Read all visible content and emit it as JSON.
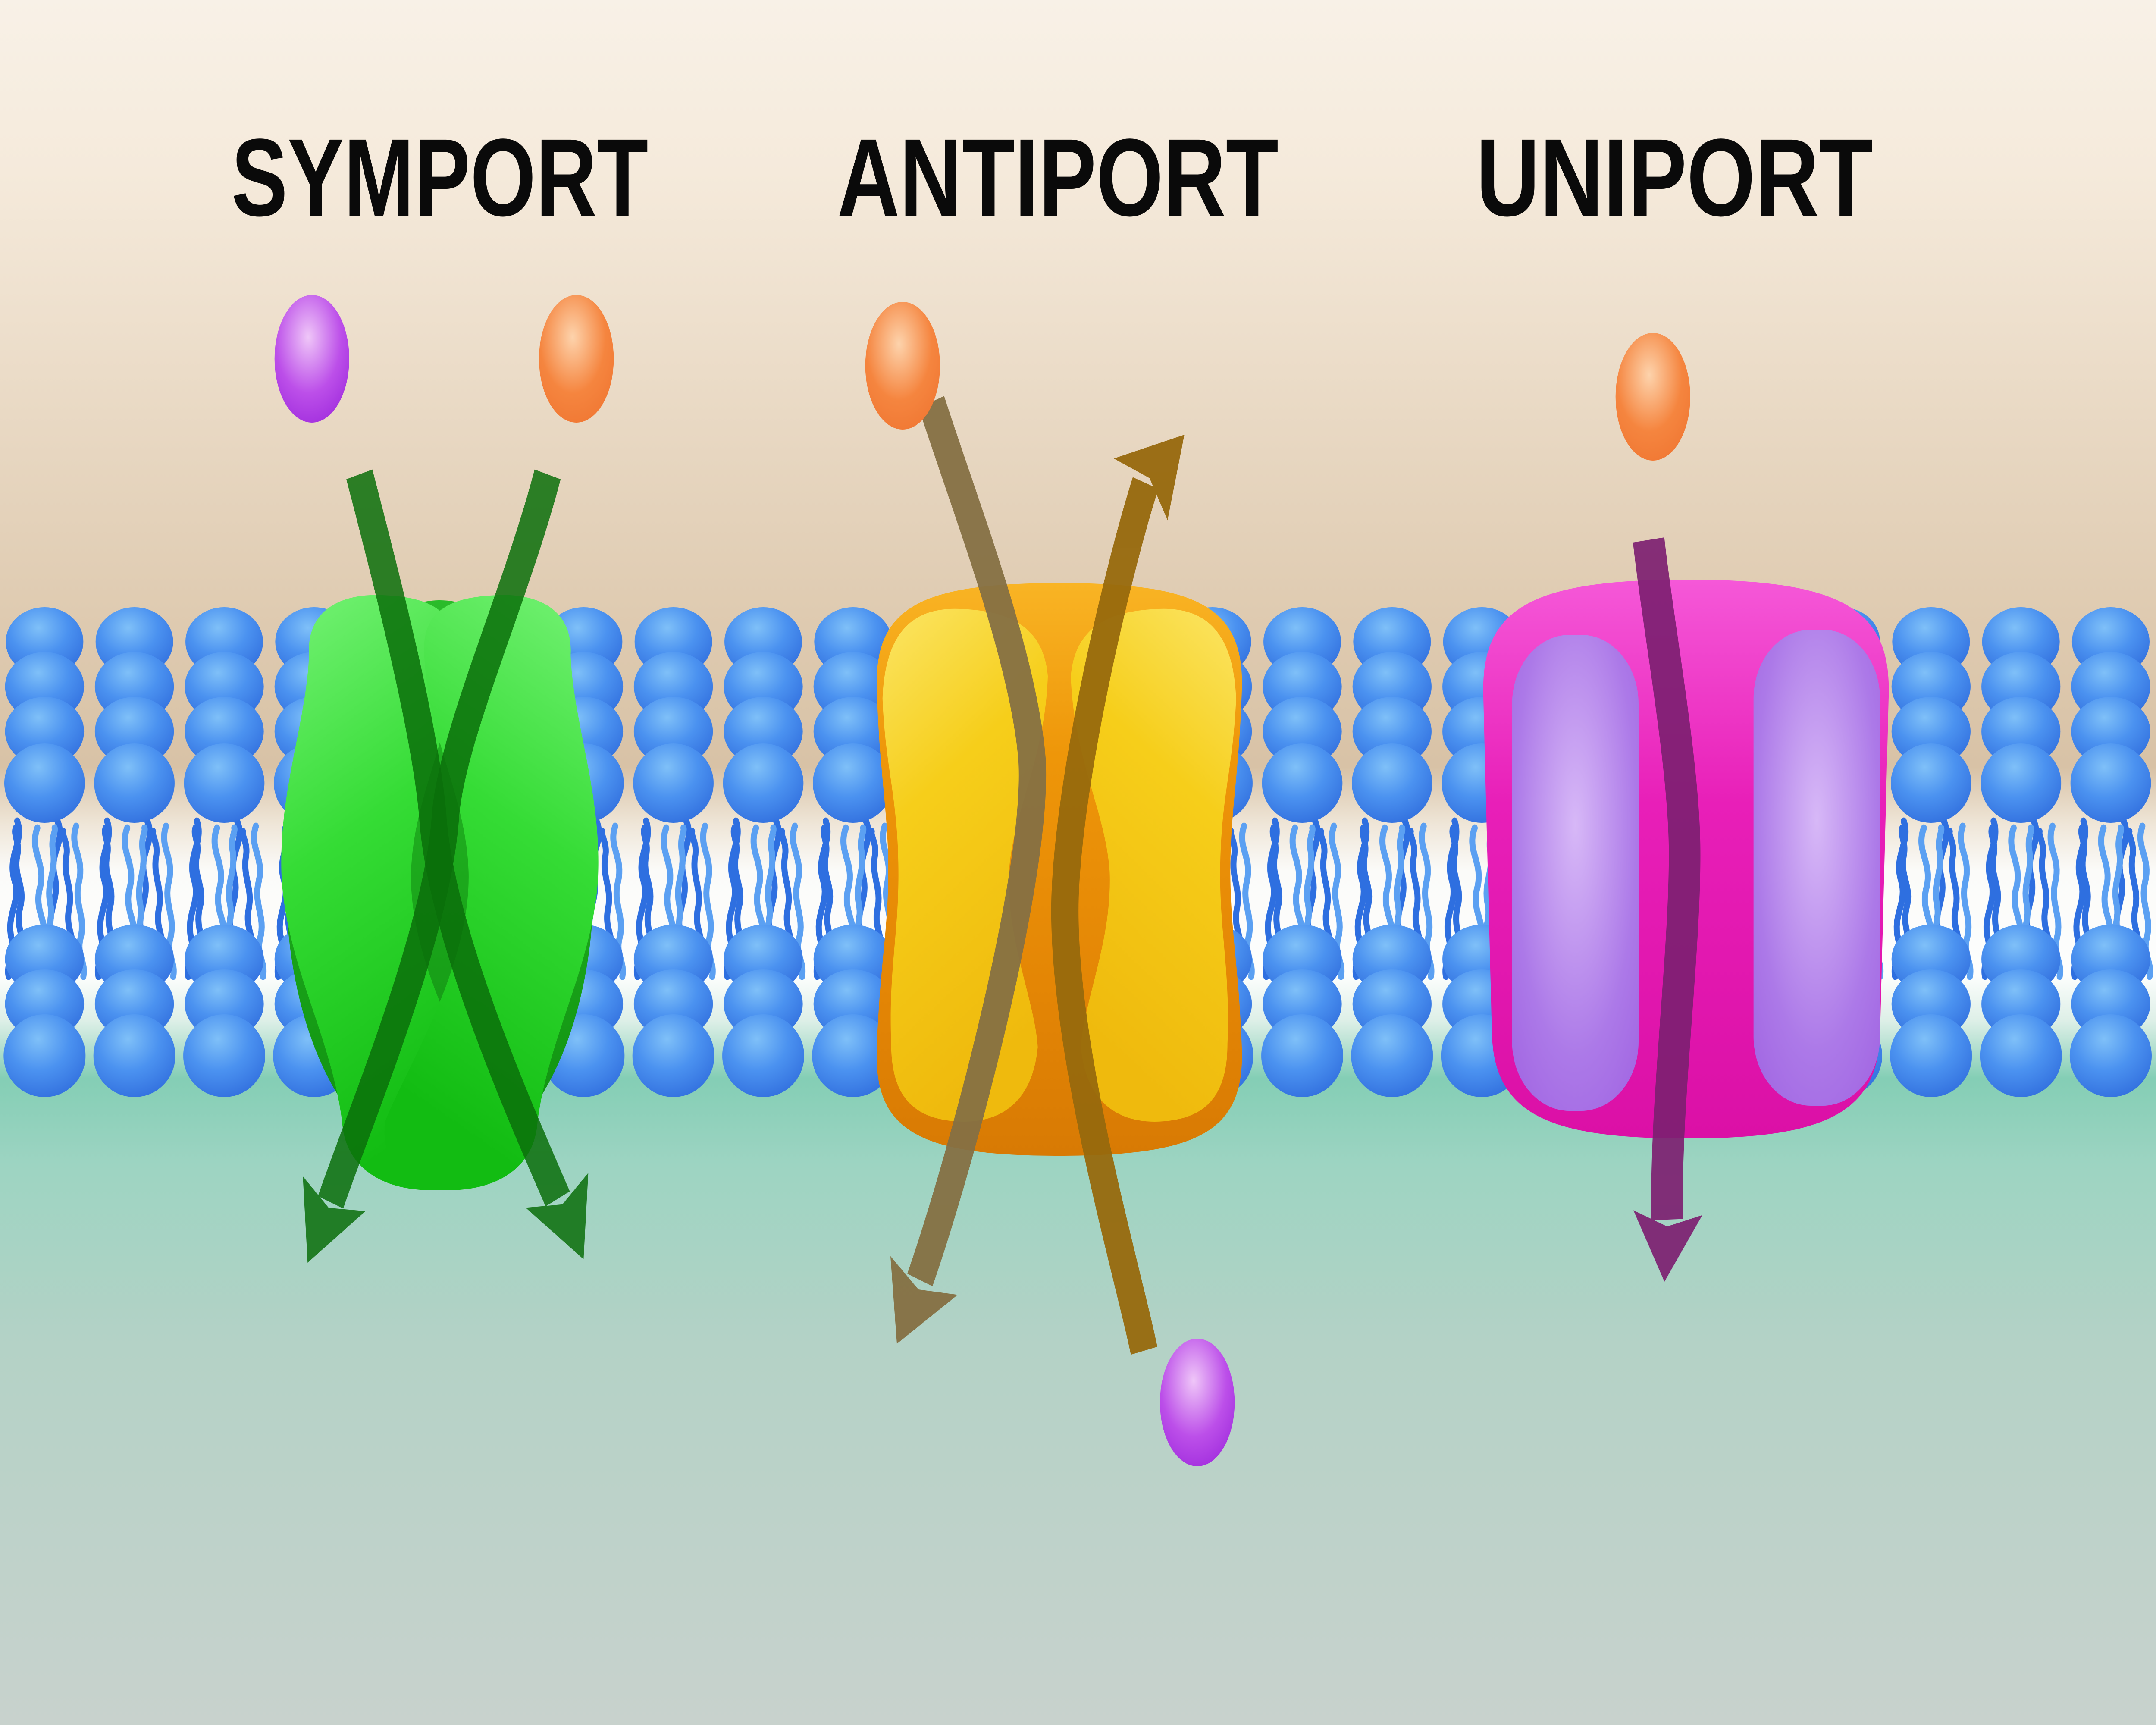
{
  "transporters": [
    {
      "label": "SYMPORT",
      "protein_color_name": "green",
      "arrows": [
        "down",
        "down"
      ],
      "arrow_meaning": "two solutes cross together in same direction",
      "molecules_above": [
        "purple",
        "orange"
      ],
      "molecules_below": []
    },
    {
      "label": "ANTIPORT",
      "protein_color_name": "orange-yellow",
      "arrows": [
        "down",
        "up"
      ],
      "arrow_meaning": "two solutes cross in opposite directions",
      "molecules_above": [
        "orange"
      ],
      "molecules_below": [
        "purple"
      ]
    },
    {
      "label": "UNIPORT",
      "protein_color_name": "magenta-purple",
      "arrows": [
        "down"
      ],
      "arrow_meaning": "single solute crosses in one direction",
      "molecules_above": [
        "orange"
      ],
      "molecules_below": []
    }
  ],
  "membrane": {
    "structure": "phospholipid bilayer",
    "head_shape": "stacked blue spheres",
    "tail_shape": "wavy blue strands"
  },
  "colors": {
    "bg_top": "#F8F1E7",
    "bg_tan": "#D8C2A6",
    "bg_white": "#FBFBF9",
    "bg_teal": "#84CEB5",
    "bg_bottom": "#C8D2CD",
    "title_text": "#0A0A0A",
    "lipid_head": "#4B92F0",
    "lipid_head_light": "#7FC0F8",
    "lipid_head_dark": "#2B66D9",
    "lipid_tail": "#2E6FE0",
    "lipid_tail_light": "#5BA0F2",
    "symport_lobe": "#35DC35",
    "symport_body": "#1CA81C",
    "symport_arrow": "#0B6F0B",
    "antiport_barrel": "#EE9609",
    "antiport_lobe": "#F6CE1A",
    "antiport_arrow_down": "#857043",
    "antiport_arrow_up": "#97690D",
    "uniport_barrel": "#E81FB8",
    "uniport_channel": "#AC79E8",
    "uniport_arrow": "#7D2071",
    "molecule_orange": "#F5853F",
    "molecule_orange_light": "#FDD3AC",
    "molecule_purple": "#BC4FE9",
    "molecule_purple_light": "#EFC6F8"
  }
}
